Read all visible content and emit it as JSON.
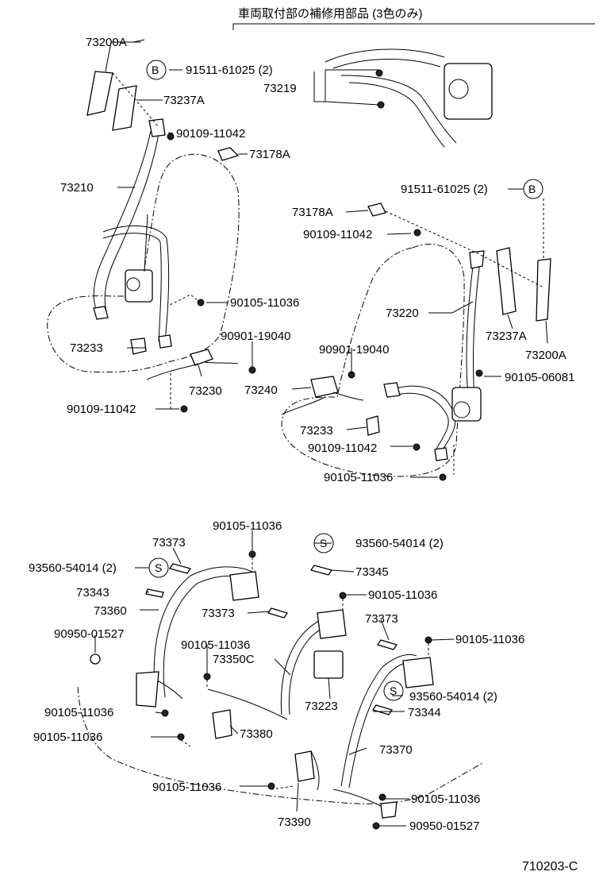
{
  "header": {
    "title": "車両取付部の補修用部品 (3色のみ)"
  },
  "symbols": {
    "b": "B",
    "s": "S"
  },
  "footer": {
    "code": "710203-C"
  },
  "front_left": {
    "p73200A": "73200A",
    "p91511": "91511-61025 (2)",
    "p73237A": "73237A",
    "p90109a": "90109-11042",
    "p73178A": "73178A",
    "p73210": "73210",
    "p90105": "90105-11036",
    "p90901": "90901-19040",
    "p73233": "73233",
    "p73230": "73230",
    "p90109b": "90109-11042"
  },
  "front_right": {
    "p73219": "73219",
    "p91511": "91511-61025 (2)",
    "p73178A": "73178A",
    "p90109a": "90109-11042",
    "p73220": "73220",
    "p73237A": "73237A",
    "p73200A": "73200A",
    "p90901": "90901-19040",
    "p73240": "73240",
    "p90105b": "90105-06081",
    "p73233": "73233",
    "p90109b": "90109-11042",
    "p90105": "90105-11036"
  },
  "rear": {
    "p90105a": "90105-11036",
    "p73373a": "73373",
    "p93560a": "93560-54014 (2)",
    "p73343": "73343",
    "p73360": "73360",
    "p93560b": "93560-54014 (2)",
    "p73345": "73345",
    "p90105b": "90105-11036",
    "p73373b": "73373",
    "p73373c": "73373",
    "p90105c": "90105-11036",
    "p90950a": "90950-01527",
    "p90105d": "90105-11036",
    "p73350C": "73350C",
    "p73223": "73223",
    "p93560c": "93560-54014 (2)",
    "p73344": "73344",
    "p90105e": "90105-11036",
    "p90105f": "90105-11036",
    "p73380": "73380",
    "p73370": "73370",
    "p90105g": "90105-11036",
    "p90105h": "90105-11036",
    "p73390": "73390",
    "p90950b": "90950-01527"
  }
}
